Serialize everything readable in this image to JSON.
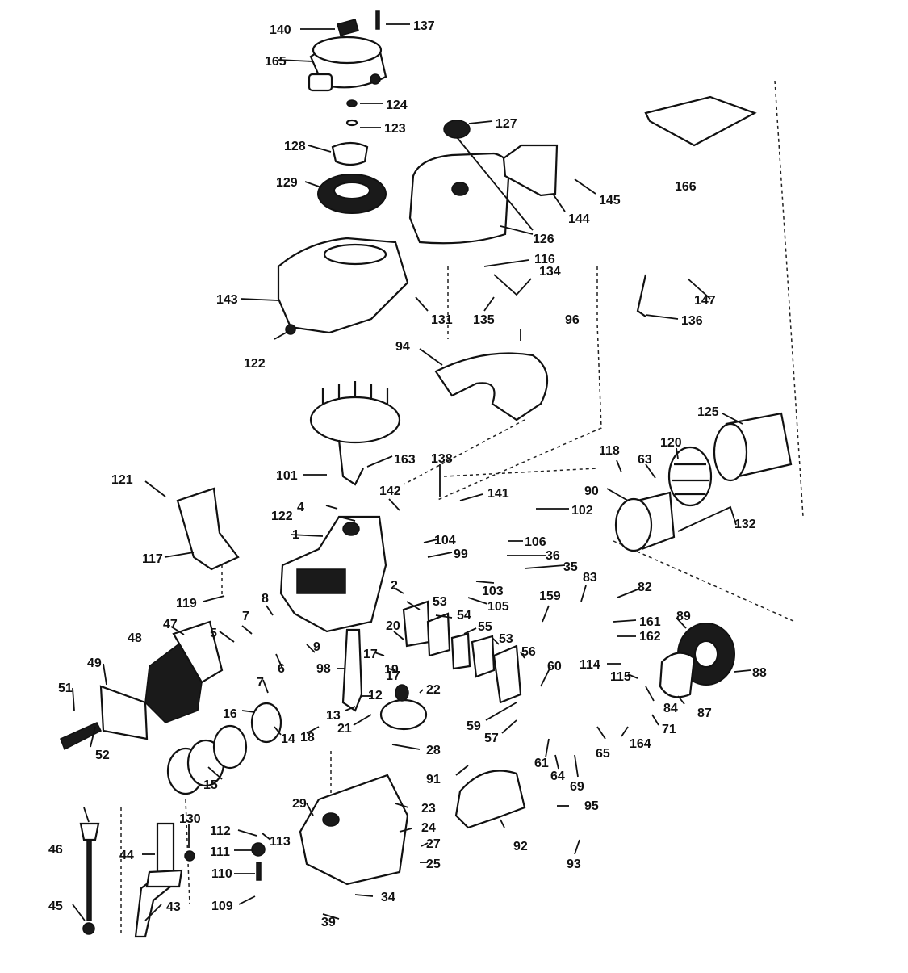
{
  "diagram": {
    "labels": [
      "140",
      "137",
      "165",
      "124",
      "123",
      "127",
      "128",
      "129",
      "145",
      "144",
      "126",
      "166",
      "116",
      "134",
      "143",
      "131",
      "135",
      "96",
      "136",
      "147",
      "122",
      "94",
      "125",
      "120",
      "163",
      "101",
      "138",
      "118",
      "63",
      "121",
      "142",
      "141",
      "102",
      "90",
      "132",
      "4",
      "122",
      "1",
      "104",
      "99",
      "106",
      "36",
      "35",
      "117",
      "103",
      "105",
      "159",
      "83",
      "82",
      "119",
      "8",
      "2",
      "53",
      "54",
      "55",
      "47",
      "7",
      "5",
      "48",
      "20",
      "53",
      "56",
      "161",
      "162",
      "89",
      "49",
      "6",
      "9",
      "98",
      "19",
      "17",
      "17",
      "114",
      "115",
      "88",
      "51",
      "16",
      "7",
      "22",
      "12",
      "60",
      "13",
      "84",
      "87",
      "59",
      "57",
      "21",
      "71",
      "18",
      "52",
      "14",
      "65",
      "164",
      "28",
      "15",
      "61",
      "64",
      "69",
      "91",
      "130",
      "29",
      "23",
      "95",
      "112",
      "113",
      "24",
      "92",
      "27",
      "44",
      "111",
      "25",
      "110",
      "93",
      "46",
      "45",
      "43",
      "109",
      "34",
      "39"
    ],
    "colors": {
      "ink": "#111111",
      "paper": "#ffffff"
    }
  }
}
